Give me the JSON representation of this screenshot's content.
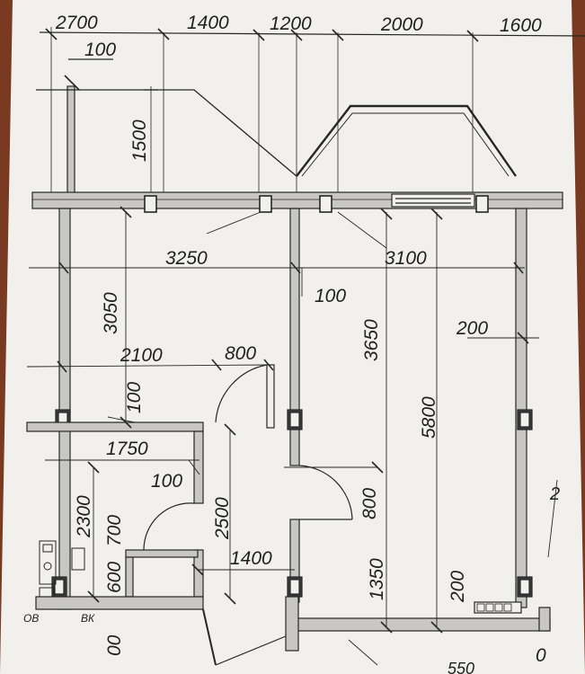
{
  "colors": {
    "background": "#7a3a22",
    "paper": "#f2f0ec",
    "ink": "#262626",
    "wall_fill": "#c9c7c4"
  },
  "plan": {
    "top_dimensions": [
      "2700",
      "1400",
      "1200",
      "2000",
      "1600"
    ],
    "balcony": {
      "wall_thickness": "100",
      "depth": "1500"
    },
    "room_dimensions": {
      "left_room_width": "3250",
      "right_room_width": "3100",
      "left_room_depth": "3050",
      "partition_thickness": "100",
      "right_room_depth_partial": "3650",
      "right_room_depth_total": "5800",
      "right_wall_thickness": "200",
      "hall_width": "2100",
      "door_width_top": "800",
      "small_wall_100_a": "100",
      "bath_width": "1750",
      "bath_wall": "100",
      "bath_depth": "2300",
      "bath_door": "700",
      "bath_lower": "600",
      "corridor_depth": "2500",
      "corridor_width": "1400",
      "door_width_right": "800",
      "lower_depth": "1350",
      "bottom_wall": "200"
    },
    "fragment_labels": {
      "left_bottom": "00",
      "right_edge_top": "2",
      "right_bottom": "0",
      "bottom_partial": "550"
    },
    "legend_labels": {
      "ob": "OB",
      "vk": "ВК"
    }
  }
}
